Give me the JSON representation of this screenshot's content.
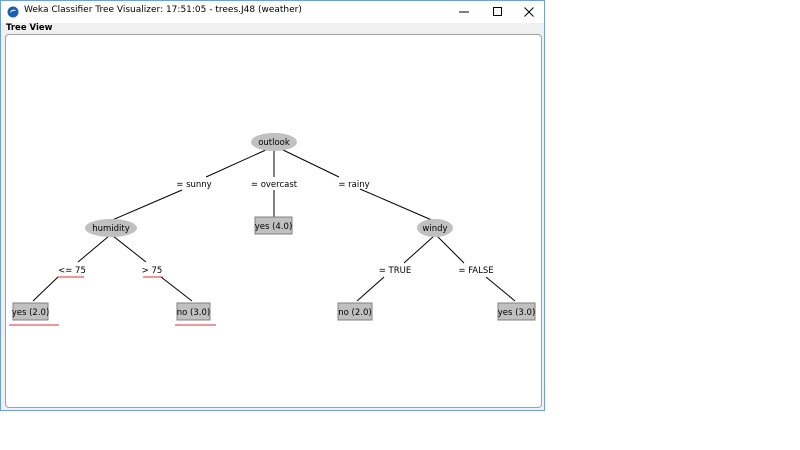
{
  "window": {
    "title": "Weka Classifier Tree Visualizer: 17:51:05 - trees.J48 (weather)",
    "controls": [
      "minimize",
      "maximize",
      "close"
    ]
  },
  "panel": {
    "label": "Tree View"
  },
  "tree": {
    "nodes": {
      "outlook": "outlook",
      "humidity": "humidity",
      "windy": "windy"
    },
    "leaves": {
      "sunny_le75": "yes (2.0)",
      "sunny_gt75": "no (3.0)",
      "overcast": "yes (4.0)",
      "rainy_true": "no (2.0)",
      "rainy_false": "yes (3.0)"
    },
    "edges": {
      "sunny": "= sunny",
      "overcast": "= overcast",
      "rainy": "= rainy",
      "le75": "<= 75",
      "gt75": "> 75",
      "true": "= TRUE",
      "false": "= FALSE"
    }
  },
  "colors": {
    "node_fill": "#c0c0c0",
    "leaf_fill": "#c0c0c0",
    "underline": "#e03030",
    "window_border": "#6f9fd8"
  }
}
